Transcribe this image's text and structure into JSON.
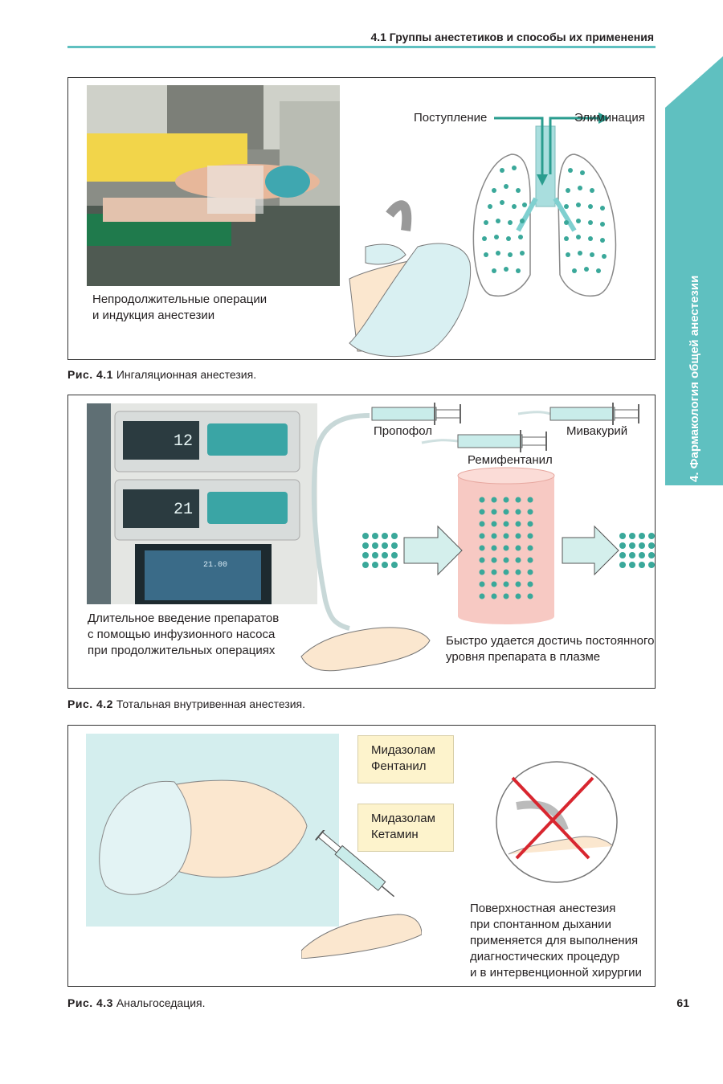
{
  "header": {
    "running_title": "4.1 Группы анестетиков и способы их применения"
  },
  "side_tab": {
    "text": "4. Фармакология общей анестезии",
    "color": "#5fc0c0"
  },
  "figure1": {
    "label_in": "Поступление",
    "label_out": "Элиминация",
    "photo_text": "Непродолжительные операции\nи индукция анестезии",
    "caption_num": "Рис. 4.1",
    "caption_text": " Ингаляционная анестезия."
  },
  "figure2": {
    "drug_propofol": "Пропофол",
    "drug_mivacurium": "Мивакурий",
    "drug_remifentanil": "Ремифентанил",
    "pump1_display": "12",
    "pump2_display": "21",
    "monitor_reading": "21.00",
    "photo_text": "Длительное введение препаратов\nс помощью инфузионного насоса\nпри продолжительных операциях",
    "plasma_text": "Быстро удается достичь постоянного\nуровня препарата в плазме",
    "caption_num": "Рис. 4.2",
    "caption_text": " Тотальная внутривенная анестезия."
  },
  "figure3": {
    "combo1": "Мидазолам\nФентанил",
    "combo2": "Мидазолам\nКетамин",
    "note": "Поверхностная анестезия\nпри спонтанном дыхании\nприменяется для выполнения\nдиагностических процедур\nи в интервенционной хирургии",
    "caption_num": "Рис. 4.3",
    "caption_text": " Анальгоседация."
  },
  "page_number": "61",
  "colors": {
    "teal": "#2a9d8f",
    "teal_light": "#5fc0c0",
    "dot": "#3aa89a",
    "plasma": "#f7c9c3",
    "drug_box": "#fdf3cc"
  }
}
